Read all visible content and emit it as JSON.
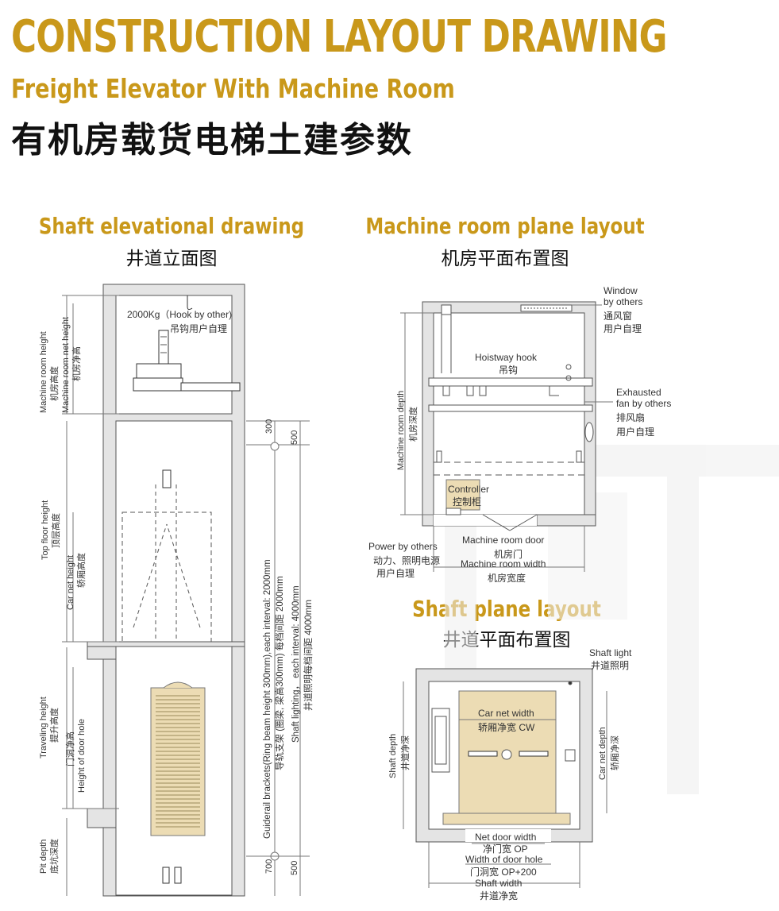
{
  "header": {
    "title": "CONSTRUCTION LAYOUT DRAWING",
    "subtitle_en": "Freight Elevator With Machine Room",
    "subtitle_cn": "有机房载货电梯土建参数"
  },
  "sections": {
    "shaft_elevation": {
      "title_en": "Shaft elevational drawing",
      "title_cn": "井道立面图"
    },
    "machine_room": {
      "title_en": "Machine room plane layout",
      "title_cn": "机房平面布置图"
    },
    "shaft_plane": {
      "title_en": "Shaft plane layout",
      "title_cn": "井道平面布置图"
    }
  },
  "elevation_labels": {
    "hook": "2000Kg（Hook by other)",
    "hook_cn": "吊钩用户自理",
    "mr_height": "Machine room height",
    "mr_height_cn": "机房高度",
    "mr_net_height": "Machine room net height",
    "mr_net_height_cn": "机房净高",
    "top_floor": "Top floor height",
    "top_floor_cn": "顶层高度",
    "car_net_height": "Car net height",
    "car_net_height_cn": "轿厢高度",
    "traveling": "Traveling height",
    "traveling_cn": "提升高度",
    "door_hole_cn": "门洞净高",
    "door_hole": "Height of door hole",
    "pit": "Pit depth",
    "pit_cn": "底坑深度",
    "dim_300": "300",
    "dim_500_top": "500",
    "dim_700": "700",
    "dim_500_bottom": "500",
    "guiderail": "Guiderail brackets(Ring beam height 300mm),each interval: 2000mm",
    "guiderail_cn": "导轨支架 (圈梁, 梁高300mm) 每档间距 2000mm",
    "lighting": "Shaft lighting， each interval: 4000mm",
    "lighting_cn": "井道照明每档间距 4000mm"
  },
  "machine_room_labels": {
    "window": "Window",
    "window2": "by others",
    "window_cn": "通风窗",
    "window_cn2": "用户自理",
    "hook": "Hoistway hook",
    "hook_cn": "吊钩",
    "fan": "Exhausted",
    "fan2": "fan by others",
    "fan_cn": "排风扇",
    "fan_cn2": "用户自理",
    "depth": "Machine room depth",
    "depth_cn": "机房深度",
    "controller": "Controller",
    "controller_cn": "控制柜",
    "power": "Power by others",
    "power_cn": "动力、照明电源",
    "power_cn2": "用户自理",
    "door": "Machine room door",
    "door_cn": "机房门",
    "width": "Machine room width",
    "width_cn": "机房宽度"
  },
  "shaft_plane_labels": {
    "light": "Shaft light",
    "light_cn": "井道照明",
    "car_width": "Car net width",
    "car_width_cn": "轿厢净宽 CW",
    "shaft_depth": "Shaft depth",
    "shaft_depth_cn": "井道净深",
    "car_depth": "Car net depth",
    "car_depth_cn": "轿厢净深",
    "net_door": "Net door width",
    "net_door_cn": "净门宽 OP",
    "door_hole_width": "Width of door hole",
    "door_hole_width_cn": "门洞宽 OP+200",
    "shaft_width": "Shaft width",
    "shaft_width_cn": "井道净宽"
  },
  "colors": {
    "accent": "#c9981a",
    "wall": "#e4e4e4",
    "car_fill": "#ecdcb4",
    "line": "#555555"
  }
}
